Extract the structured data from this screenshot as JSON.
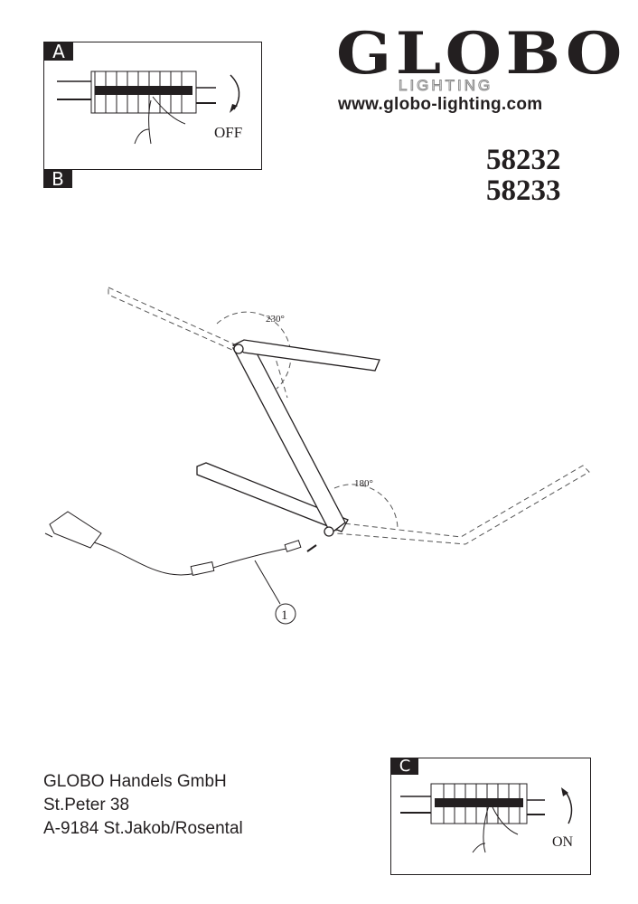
{
  "brand": {
    "logo": "GLOBO",
    "sub": "LIGHTING",
    "url": "www.globo-lighting.com"
  },
  "models": [
    "58232",
    "58233"
  ],
  "panels": {
    "a": {
      "tag": "A",
      "state": "OFF"
    },
    "b": {
      "tag": "B"
    },
    "c": {
      "tag": "C",
      "state": "ON"
    }
  },
  "diagram": {
    "angle_top": "230°",
    "angle_bottom": "180°",
    "callout": "1"
  },
  "company": {
    "name": "GLOBO Handels GmbH",
    "street": "St.Peter 38",
    "city": "A-9184 St.Jakob/Rosental"
  }
}
